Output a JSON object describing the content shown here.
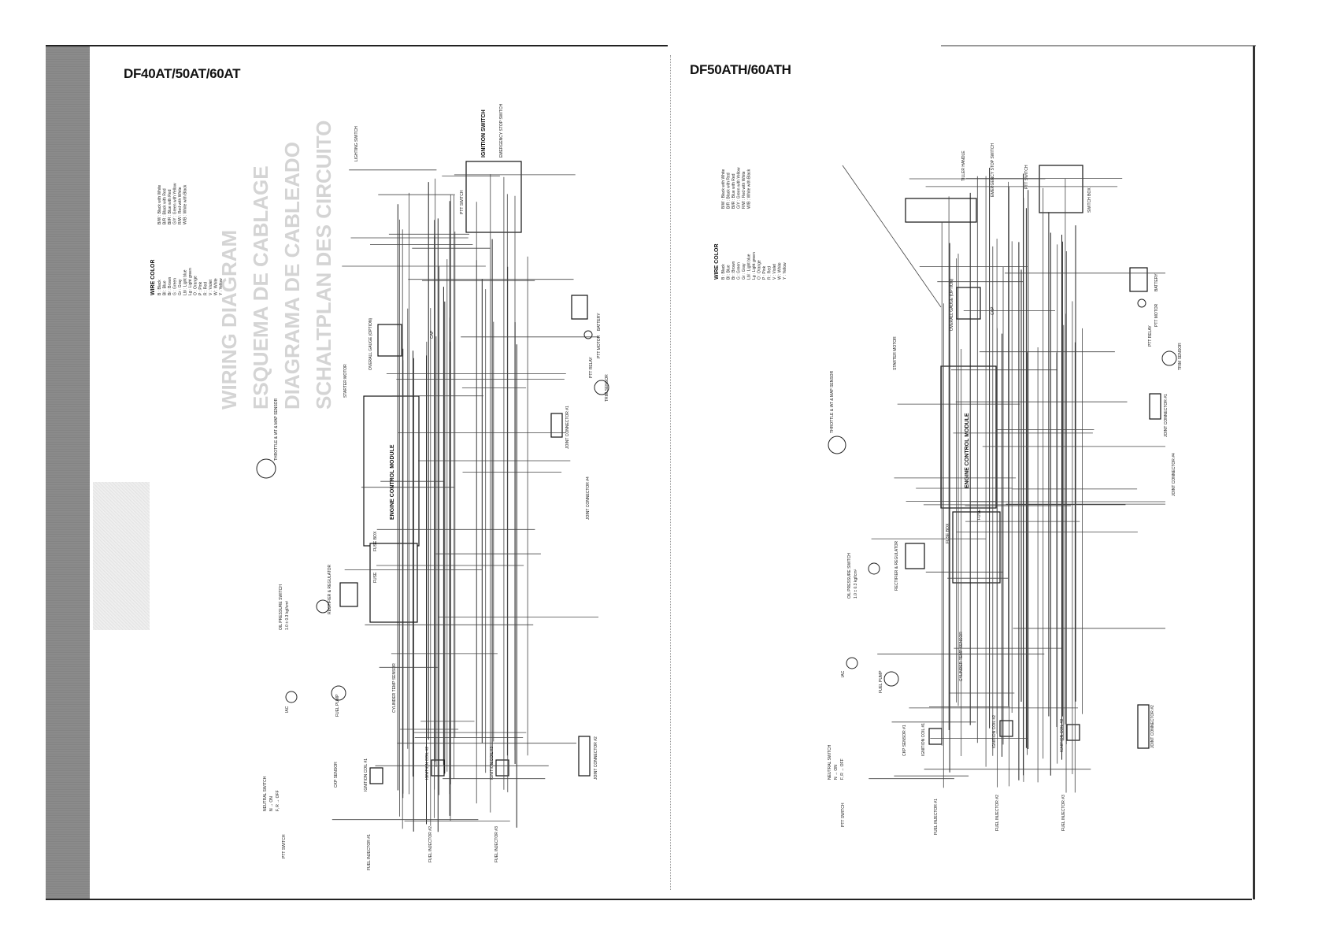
{
  "left_page": {
    "title": "DF40AT/50AT/60AT",
    "labels": {
      "wire_color": "WIRE COLOR",
      "ignition_switch": "IGNITION SWITCH",
      "lighting_switch": "LIGHTING SWITCH",
      "ptt_switch": "PTT SWITCH",
      "emergency_stop": "EMERGENCY STOP SWITCH",
      "battery": "BATTERY",
      "ptt_motor": "PTT MOTOR",
      "ptt_relay": "PTT RELAY",
      "trim_sensor": "TRIM SENSOR",
      "starter_motor": "STARTER MOTOR",
      "ecm": "ENGINE CONTROL MODULE",
      "throttle_sensor": "THROTTLE & IAT & MAP SENSOR",
      "fuse_box": "FUSE BOX",
      "fuse": "FUSE",
      "rectifier": "RECTIFIER & REGULATOR",
      "oil_pressure": "OIL PRESSURE SWITCH",
      "oil_pressure_value": "1.0 ± 0.3 kgf/cm²",
      "joint_connector_1": "JOINT CONNECTOR #1",
      "joint_connector_2": "JOINT CONNECTOR #2",
      "joint_connector_4": "JOINT CONNECTOR #4",
      "overall_gauge": "OVERALL GAUGE (OPTION)",
      "cap": "CAP",
      "cylinder_temp": "CYLINDER TEMP SENSOR",
      "iac": "IAC",
      "fuel_pump": "FUEL PUMP",
      "ckp_sensor": "CKP SENSOR",
      "ignition_coil_1": "IGNITION COIL #1",
      "ignition_coil_2": "IGNITION COIL #2",
      "ignition_coil_3": "IGNITION COIL #3",
      "fuel_injector_1": "FUEL INJECTOR #1",
      "fuel_injector_2": "FUEL INJECTOR #2",
      "fuel_injector_3": "FUEL INJECTOR #3",
      "neutral_switch": "NEUTRAL SWITCH",
      "neutral_on": "N → ON",
      "neutral_off": "F, R → OFF",
      "ptt_switch_lower": "PTT SWITCH"
    }
  },
  "right_page": {
    "title": "DF50ATH/60ATH",
    "labels": {
      "wire_color": "WIRE COLOR",
      "tiller_handle": "TILLER HANDLE",
      "emergency_stop": "EMERGENCY STOP SWITCH",
      "ptt_switch": "PTT SWITCH",
      "switch_box": "SWITCH BOX",
      "battery": "BATTERY",
      "ptt_motor": "PTT MOTOR",
      "ptt_relay": "PTT RELAY",
      "trim_sensor": "TRIM SENSOR",
      "starter_motor": "STARTER MOTOR",
      "ecm": "ENGINE CONTROL MODULE",
      "throttle_sensor": "THROTTLE & IAT & MAP SENSOR",
      "fuse_box": "FUSE BOX",
      "fuse": "FUSE",
      "rectifier": "RECTIFIER & REGULATOR",
      "oil_pressure": "OIL PRESSURE SWITCH",
      "oil_pressure_value": "1.0 ± 0.3 kgf/cm²",
      "joint_connector_1": "JOINT CONNECTOR #1",
      "joint_connector_2": "JOINT CONNECTOR #2",
      "joint_connector_4": "JOINT CONNECTOR #4",
      "overall_gauge": "OVERALL GAUGE (OPTION)",
      "cap": "CAP",
      "iac": "IAC",
      "fuel_pump": "FUEL PUMP",
      "cylinder_temp": "CYLINDER TEMP SENSOR",
      "ckp_sensor": "CKP SENSOR #1",
      "ignition_coil_1": "IGNITION COIL #1",
      "ignition_coil_2": "IGNITION COIL #2",
      "ignition_coil_3": "IGNITION COIL #3",
      "fuel_injector_1": "FUEL INJECTOR #1",
      "fuel_injector_2": "FUEL INJECTOR #2",
      "fuel_injector_3": "FUEL INJECTOR #3",
      "neutral_switch": "NEUTRAL SWITCH",
      "neutral_on": "N → ON",
      "neutral_off": "F, R → OFF",
      "ptt_switch_lower": "PTT SWITCH"
    }
  },
  "wire_colors": [
    "B : Black",
    "Bl : Blue",
    "Br : Brown",
    "G : Green",
    "Gr : Gray",
    "Lbl : Light blue",
    "Lg : Light green",
    "O : Orange",
    "P : Pink",
    "R : Red",
    "V : Violet",
    "W : White",
    "Y : Yellow",
    "B/W : Black with White",
    "B/R : Black with Red",
    "Bl/R : Blue with Red",
    "G/Y : Green with Yellow",
    "R/W : Red with White",
    "W/B : White with Black"
  ]
}
